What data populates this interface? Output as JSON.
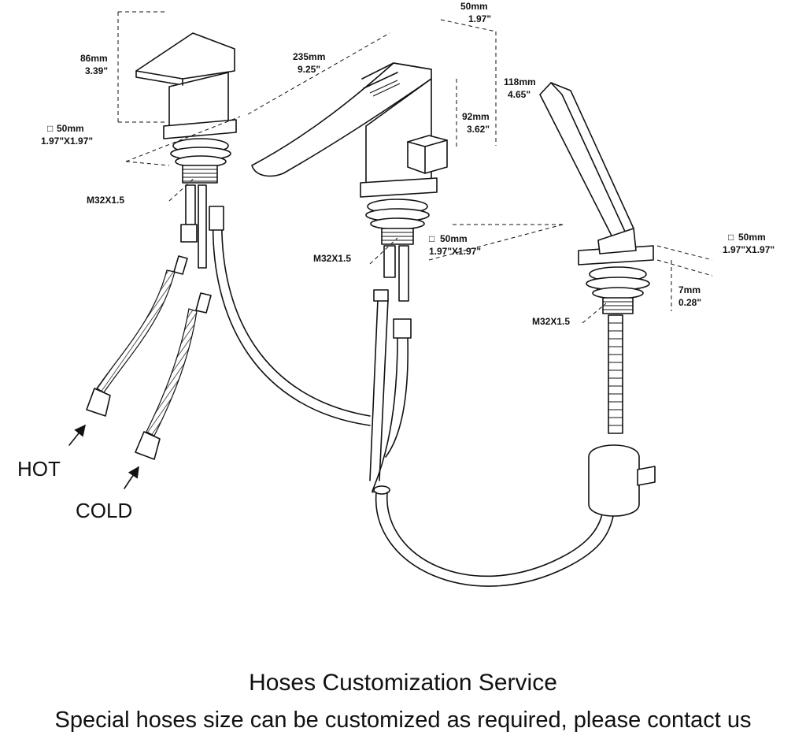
{
  "dimensions": {
    "handle_height": {
      "mm": "86mm",
      "in": "3.39\""
    },
    "handle_base": {
      "mm": "50mm",
      "in": "1.97\"X1.97\""
    },
    "spout_length": {
      "mm": "235mm",
      "in": "9.25\""
    },
    "spout_width": {
      "mm": "50mm",
      "in": "1.97\""
    },
    "spout_total_height": {
      "mm": "118mm",
      "in": "4.65\""
    },
    "spout_outlet_height": {
      "mm": "92mm",
      "in": "3.62\""
    },
    "spout_base": {
      "mm": "50mm",
      "in": "1.97\"X1.97\""
    },
    "shower_base": {
      "mm": "50mm",
      "in": "1.97\"X1.97\""
    },
    "shower_base_thickness": {
      "mm": "7mm",
      "in": "0.28\""
    }
  },
  "thread_labels": [
    "M32X1.5",
    "M32X1.5",
    "M32X1.5"
  ],
  "square_symbol": "□",
  "supply_labels": {
    "hot": "HOT",
    "cold": "COLD"
  },
  "caption": {
    "title": "Hoses Customization Service",
    "subtitle": "Special hoses size can be customized as required, please contact us"
  }
}
